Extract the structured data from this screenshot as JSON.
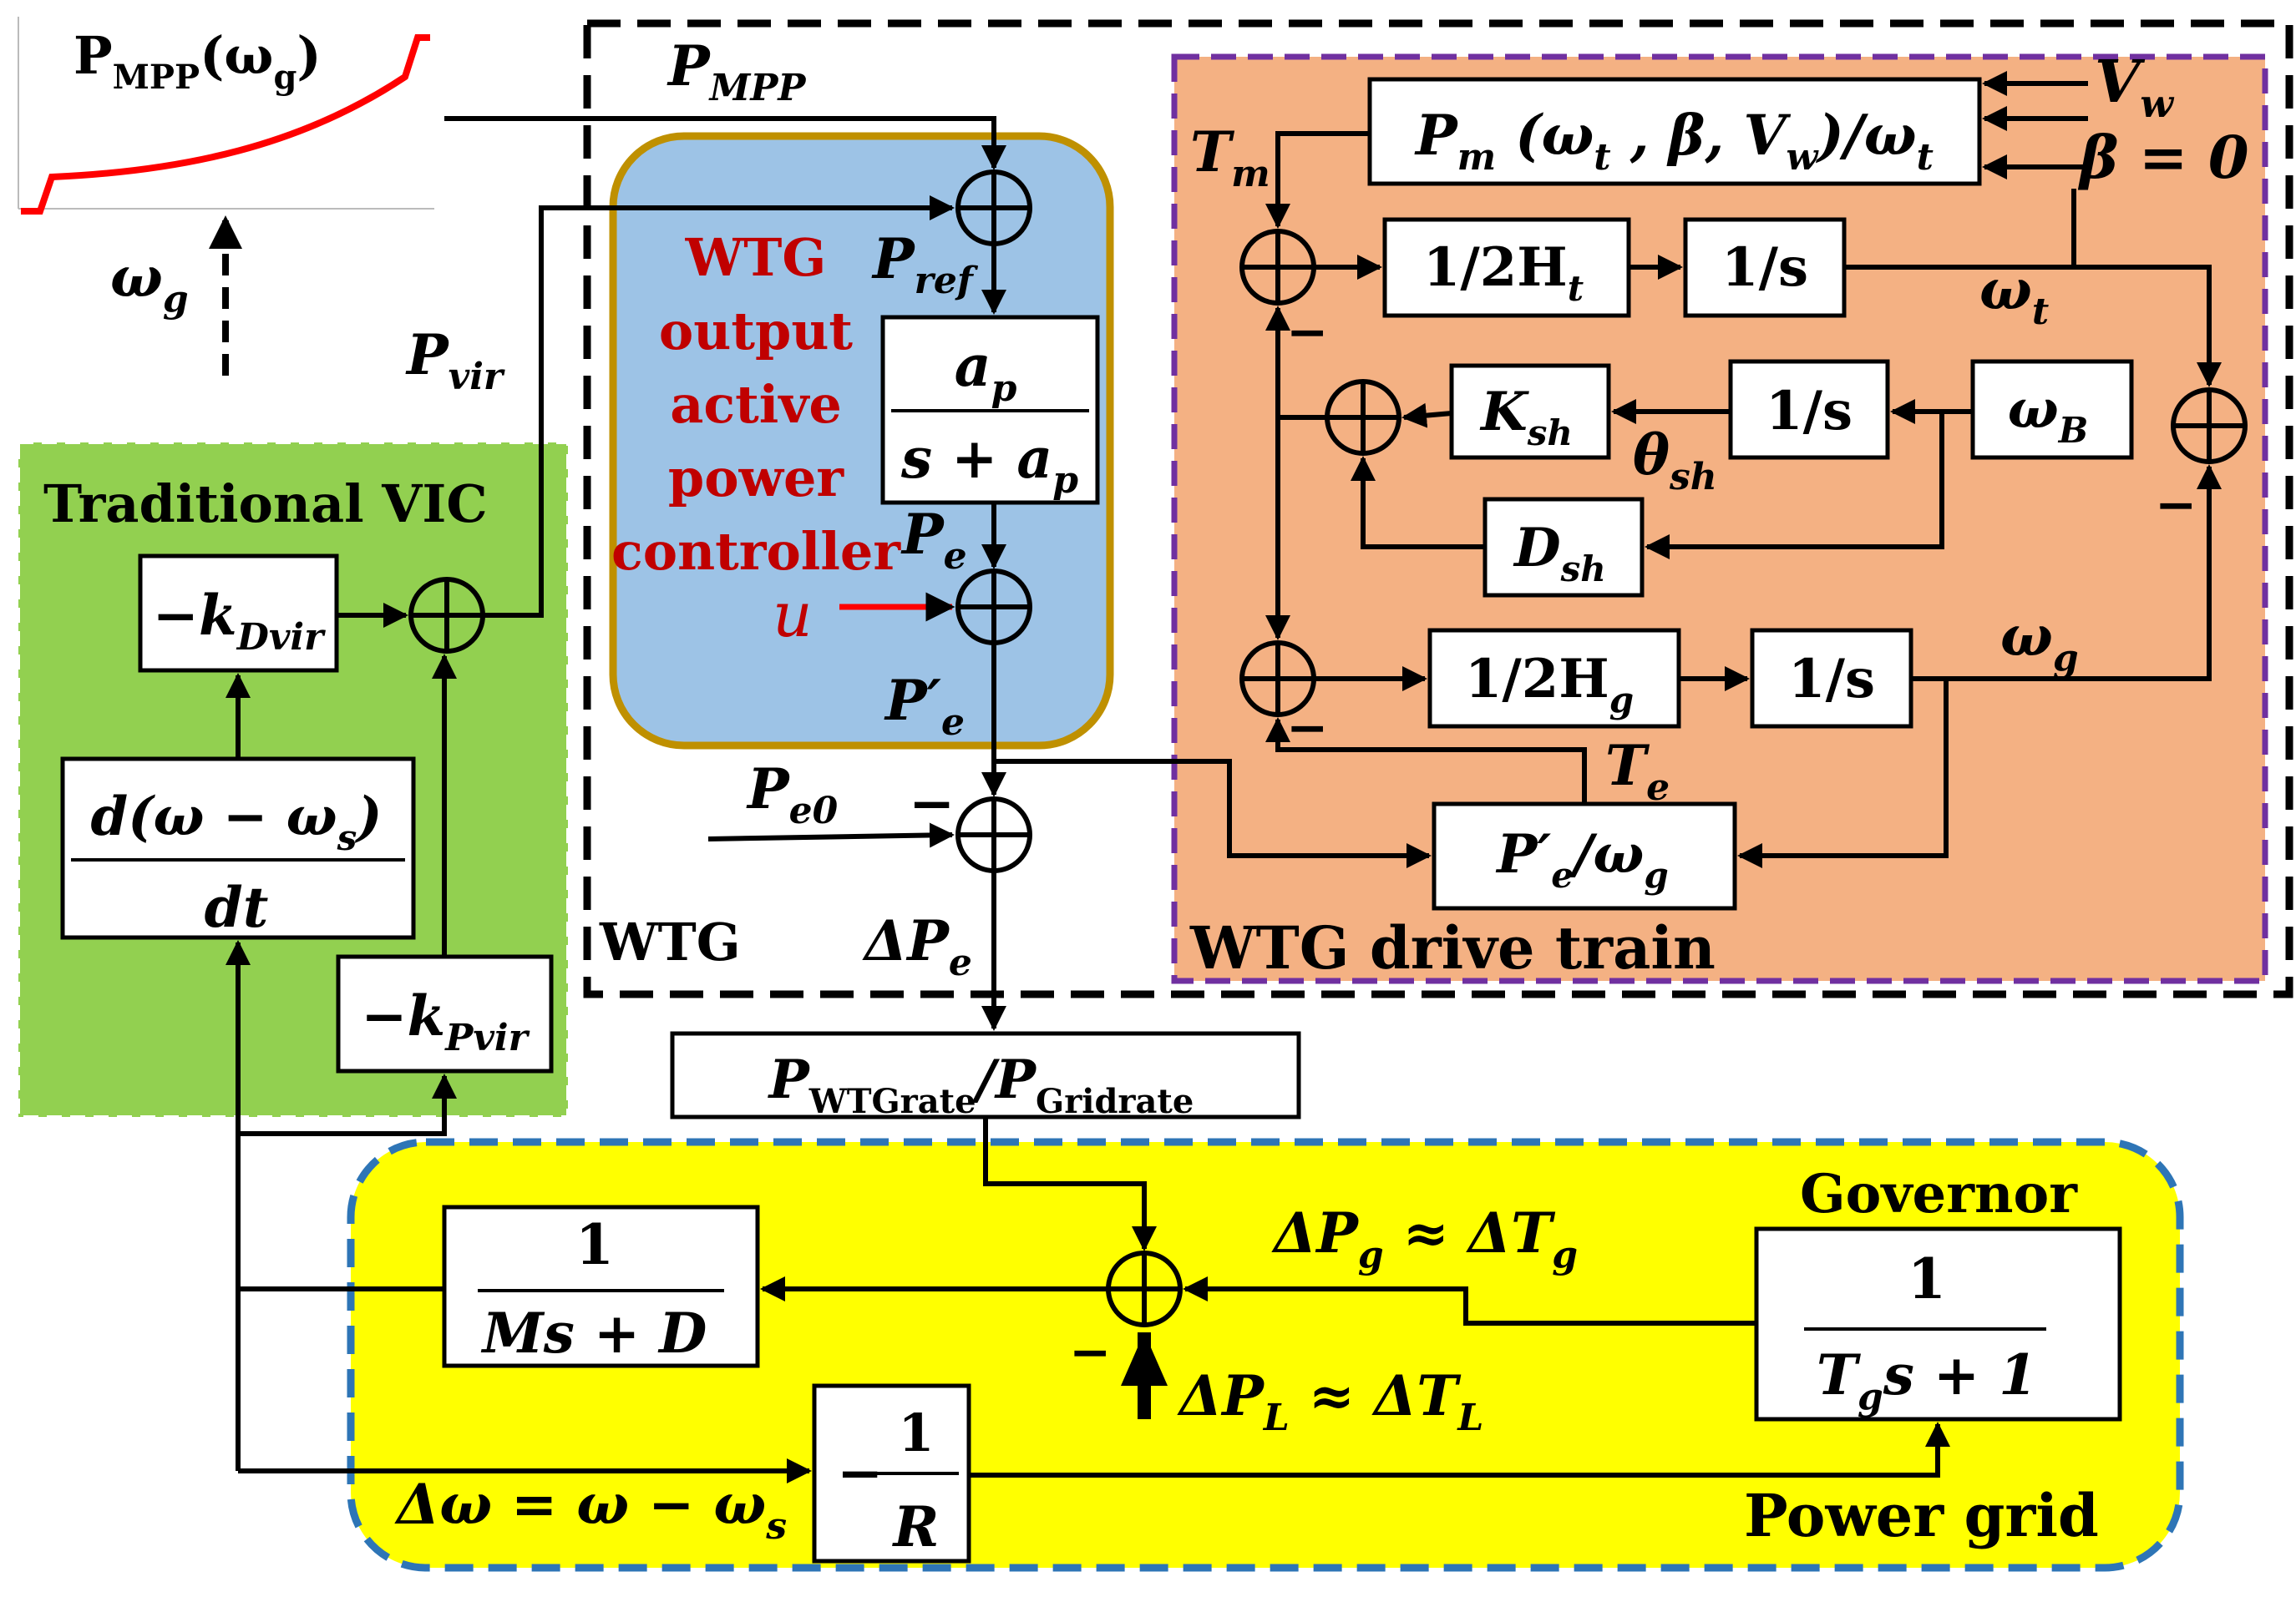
{
  "colors": {
    "vic_bg": "#92d050",
    "vic_title": "#ff0000",
    "ctrl_bg": "#9dc3e6",
    "ctrl_border": "#bf9000",
    "ctrl_title": "#c00000",
    "drive_bg": "#f4b183",
    "drive_border": "#7030a0",
    "grid_bg": "#ffff00",
    "grid_border": "#2e75b6",
    "mpp_curve": "#ff0000",
    "u_arrow": "#ff0000"
  },
  "mpp_curve": {
    "label_base": "P",
    "label_sub": "MPP",
    "label_arg": "(ω",
    "label_arg_sub": "g",
    "label_close": ")",
    "axis_label": "ω",
    "axis_sub": "g"
  },
  "regions": {
    "vic": "Traditional VIC",
    "controller": [
      "WTG",
      "output",
      "active",
      "power",
      "controller"
    ],
    "wtg": "WTG",
    "drive_train": "WTG drive train",
    "power_grid": "Power grid",
    "governor": "Governor"
  },
  "blocks": {
    "k_dvir": {
      "base": "−k",
      "sub": "Dvir"
    },
    "derivative": {
      "num": "d(ω − ω",
      "num_sub": "s",
      "num_close": ")",
      "den": "dt"
    },
    "k_pvir": {
      "base": "−k",
      "sub": "Pvir"
    },
    "lowpass": {
      "num_base": "a",
      "num_sub": "p",
      "den_base": "s + a",
      "den_sub": "p"
    },
    "pm": {
      "text": "P",
      "sub": "m",
      "args": " (ω",
      "args_sub": "t",
      "args_mid": " , β, V",
      "args_sub2": "w",
      "args_end": ")/ω",
      "args_sub3": "t"
    },
    "inv2ht": {
      "base": "1/2H",
      "sub": "t"
    },
    "int_t": "1/s",
    "ksh": {
      "base": "K",
      "sub": "sh"
    },
    "int_sh": "1/s",
    "omega_b": {
      "base": "ω",
      "sub": "B"
    },
    "dsh": {
      "base": "D",
      "sub": "sh"
    },
    "inv2hg": {
      "base": "1/2H",
      "sub": "g"
    },
    "int_g": "1/s",
    "pe_wg": {
      "base": "P′",
      "sub": "e",
      "tail": "/ω",
      "tail_sub": "g"
    },
    "rate": {
      "base": "P",
      "sub": "WTGrate",
      "mid": "/P",
      "sub2": "Gridrate"
    },
    "swing": {
      "num": "1",
      "den": "Ms + D"
    },
    "governor": {
      "num": "1",
      "den_base": "T",
      "den_sub": "g",
      "den_tail": "s + 1"
    },
    "droop": {
      "sign": "−",
      "num": "1",
      "den": "R"
    }
  },
  "signals": {
    "p_mpp": {
      "base": "P",
      "sub": "MPP"
    },
    "p_vir": {
      "base": "P",
      "sub": "vir"
    },
    "p_ref": {
      "base": "P",
      "sub": "ref"
    },
    "p_e": {
      "base": "P",
      "sub": "e"
    },
    "u": "u",
    "p_e_prime": {
      "base": "P′",
      "sub": "e"
    },
    "p_e0": {
      "base": "P",
      "sub": "e0"
    },
    "minus": "−",
    "delta_pe": {
      "base": "ΔP",
      "sub": "e"
    },
    "t_m": {
      "base": "T",
      "sub": "m"
    },
    "v_w": {
      "base": "V",
      "sub": "w"
    },
    "beta": "β = 0",
    "omega_t": {
      "base": "ω",
      "sub": "t"
    },
    "theta_sh": {
      "base": "θ",
      "sub": "sh"
    },
    "omega_g": {
      "base": "ω",
      "sub": "g"
    },
    "t_e": {
      "base": "T",
      "sub": "e"
    },
    "delta_pg": {
      "base": "ΔP",
      "sub": "g",
      "mid": " ≈ ΔT",
      "sub2": "g"
    },
    "delta_pl": {
      "base": "ΔP",
      "sub": "L",
      "mid": " ≈ ΔT",
      "sub2": "L"
    },
    "delta_omega": {
      "base": "Δω = ω − ω",
      "sub": "s"
    }
  }
}
